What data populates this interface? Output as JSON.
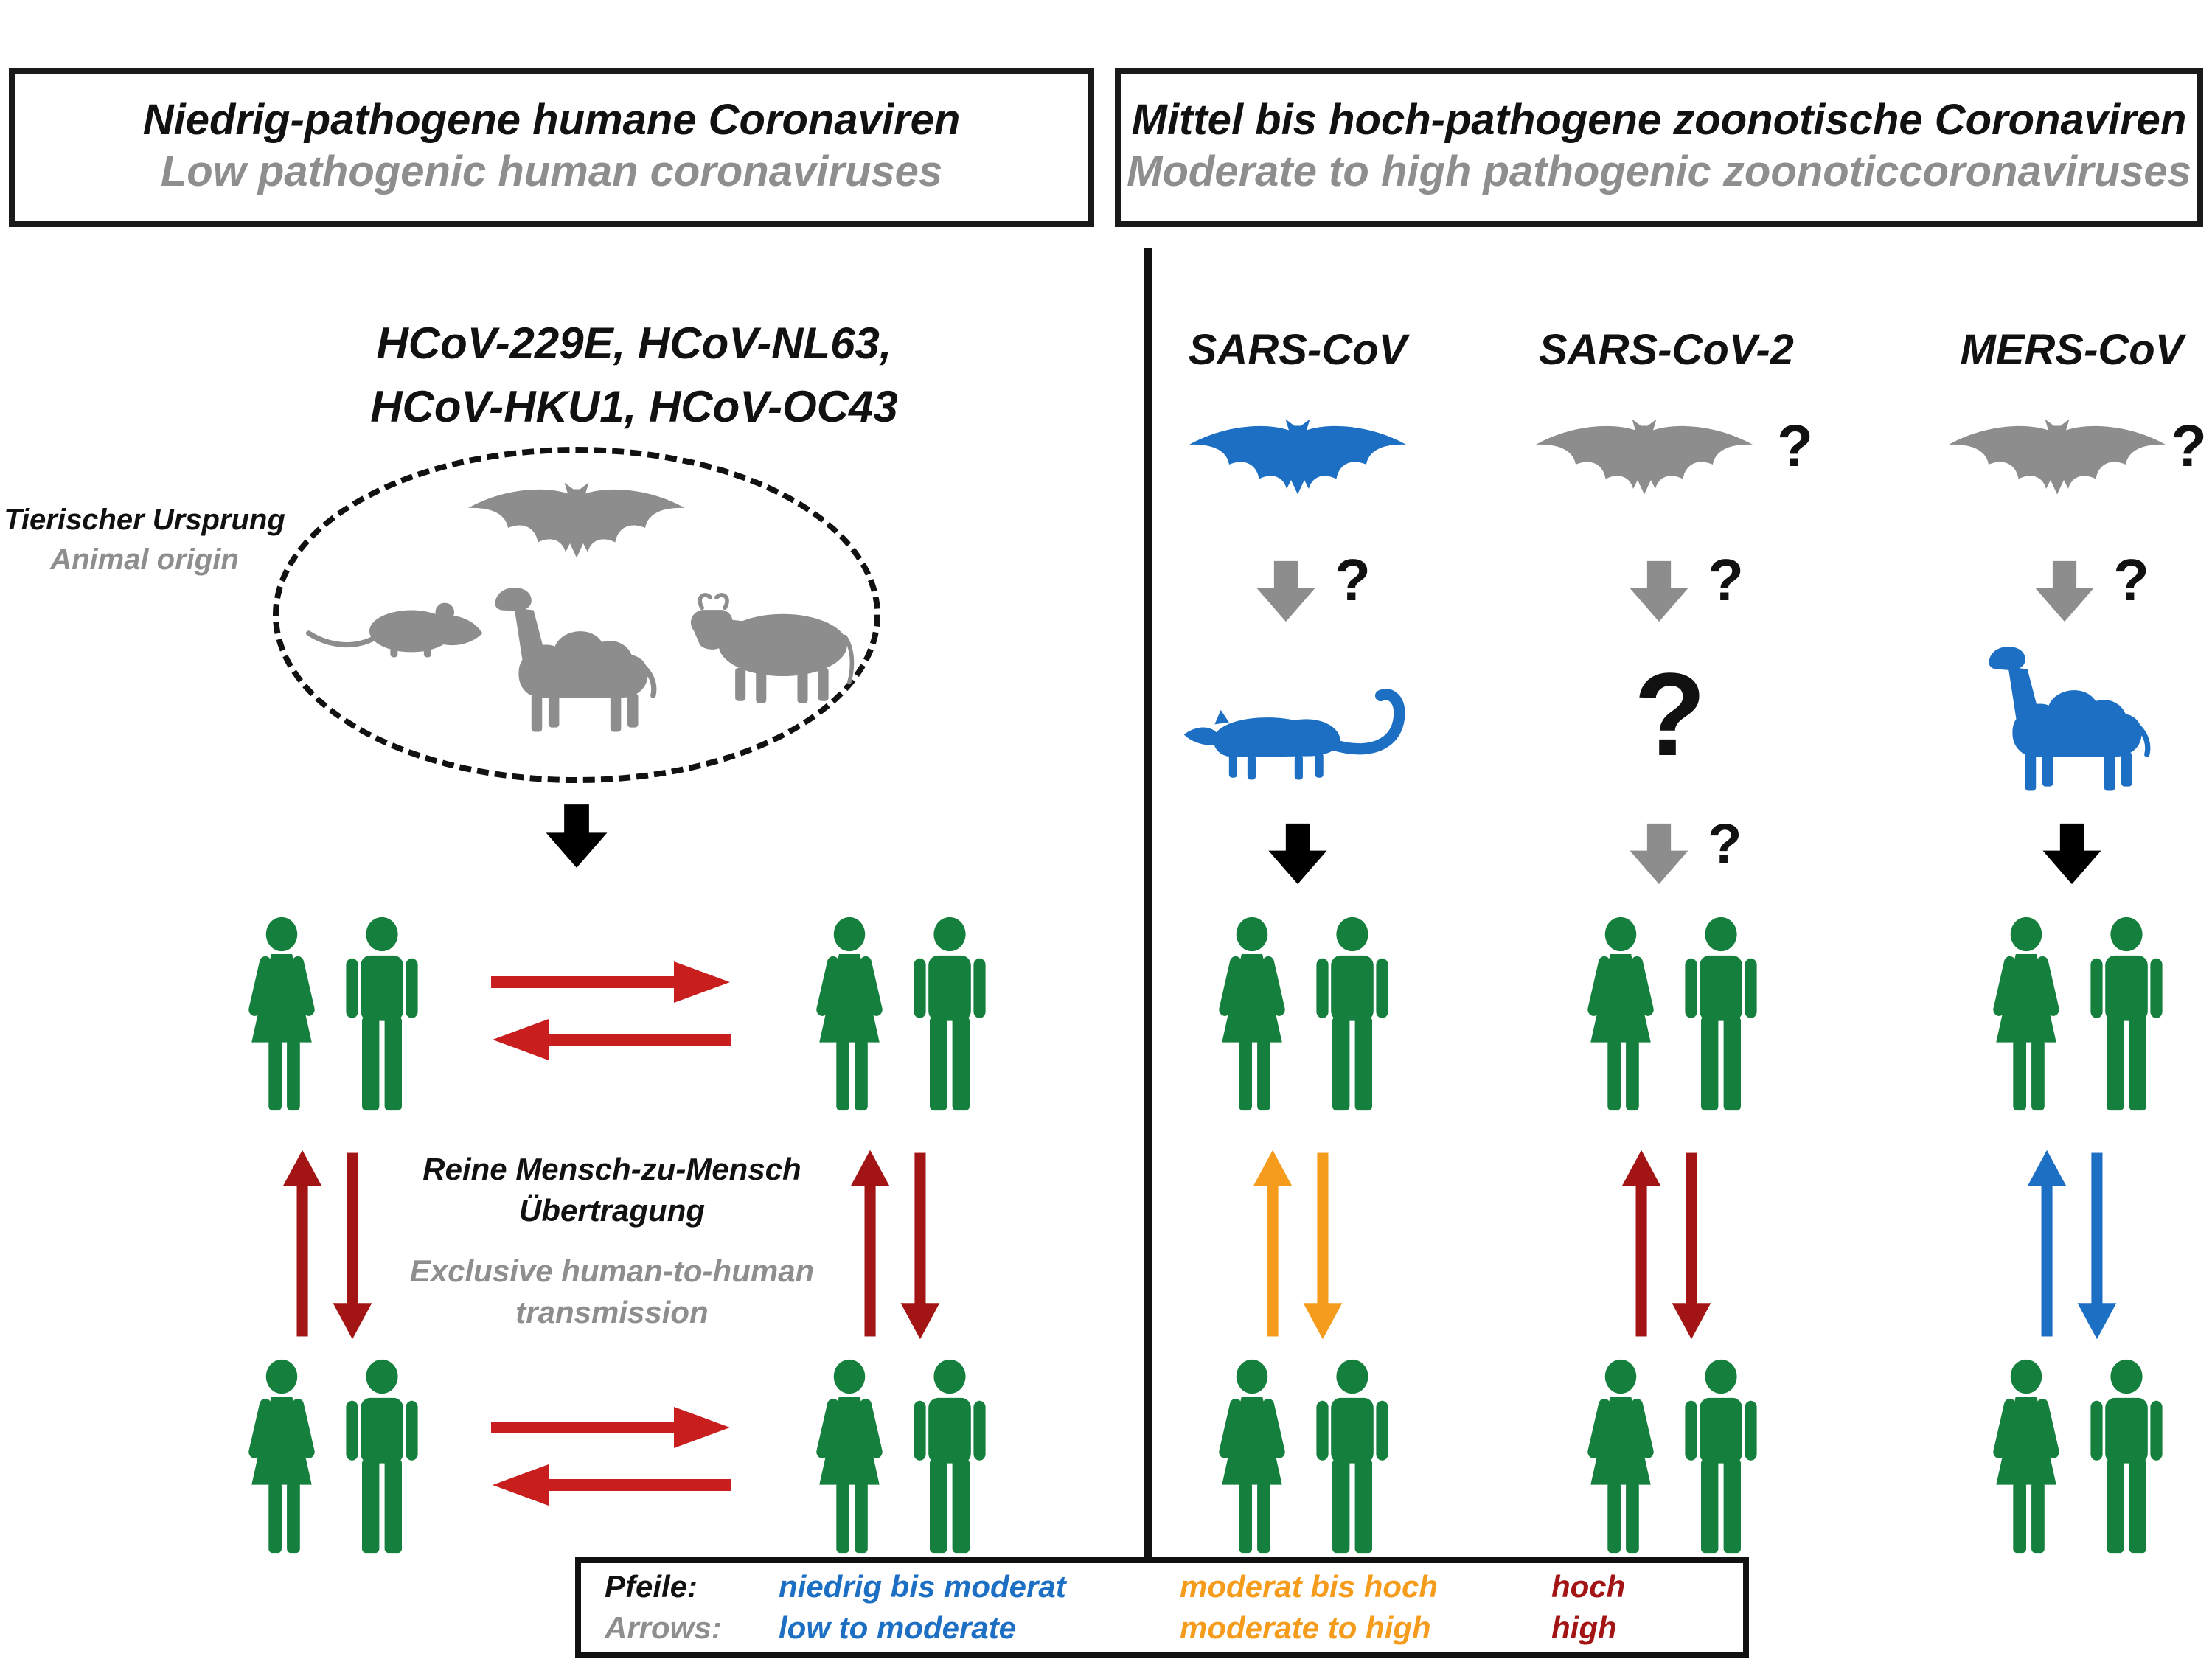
{
  "q": "?",
  "colors": {
    "human_green": "#15803d",
    "animal_gray": "#8d8d8d",
    "low_moderate_blue": "#1c6fc2",
    "moderate_high_orange": "#f59c1c",
    "high_dark_red": "#a31515",
    "transmission_red": "#c81e1e",
    "black": "#000000"
  },
  "left_panel": {
    "header_de": "Niedrig-pathogene humane Coronaviren",
    "header_en": "Low pathogenic human coronaviruses",
    "viruses_line1": "HCoV-229E, HCoV-NL63,",
    "viruses_line2": "HCoV-HKU1, HCoV-OC43",
    "origin_de": "Tierischer Ursprung",
    "origin_en": "Animal origin",
    "animals": [
      "mouse",
      "bat",
      "camel",
      "cow"
    ],
    "transmission_de_1": "Reine Mensch-zu-Mensch",
    "transmission_de_2": "Übertragung",
    "transmission_en_1": "Exclusive human-to-human",
    "transmission_en_2": "transmission"
  },
  "right_panel": {
    "header_de": "Mittel bis hoch-pathogene zoonotische Coronaviren",
    "header_en": "Moderate to high pathogenic zoonoticcoronaviruses",
    "columns": [
      {
        "title": "SARS-CoV",
        "reservoir": "bat",
        "intermediate": "civet"
      },
      {
        "title": "SARS-CoV-2",
        "reservoir": "bat",
        "intermediate": "unknown"
      },
      {
        "title": "MERS-CoV",
        "reservoir": "bat",
        "intermediate": "camel"
      }
    ]
  },
  "legend": {
    "label_de": "Pfeile:",
    "label_en": "Arrows:",
    "items": [
      {
        "de": "niedrig bis moderat",
        "en": "low to moderate",
        "color": "#1c6fc2"
      },
      {
        "de": "moderat bis hoch",
        "en": "moderate to high",
        "color": "#f59c1c"
      },
      {
        "de": "hoch",
        "en": "high",
        "color": "#a31515"
      }
    ]
  }
}
